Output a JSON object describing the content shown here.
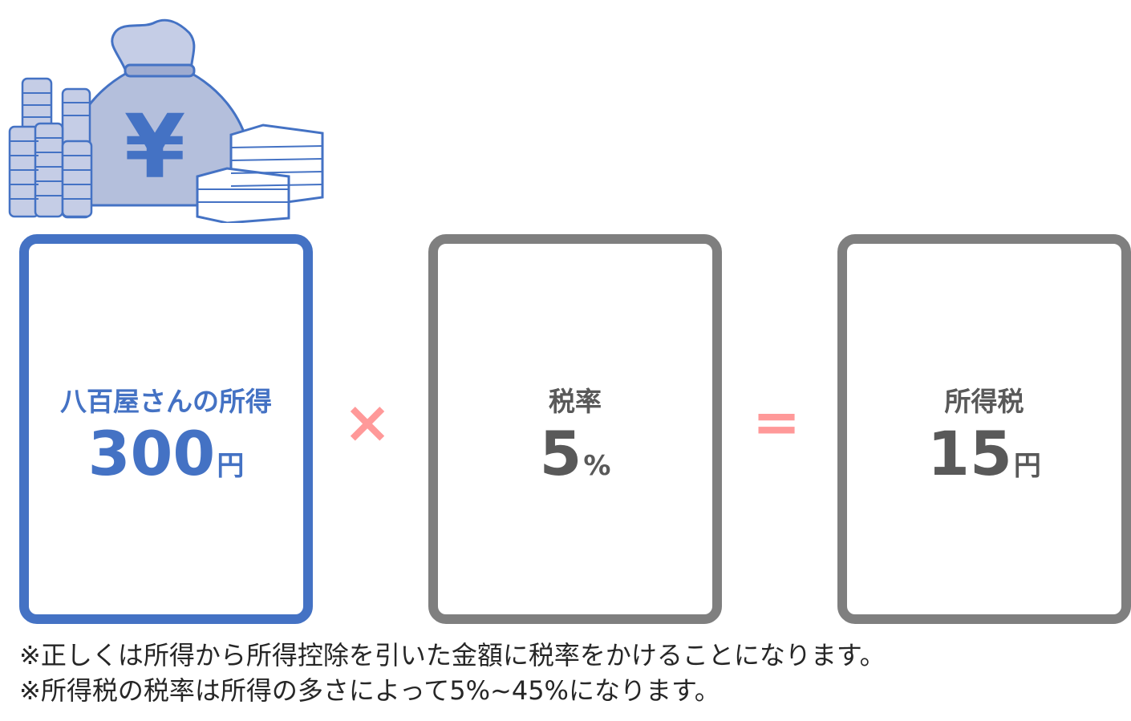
{
  "boxes": [
    {
      "label": "八百屋さんの所得",
      "value": "300",
      "unit": "円"
    },
    {
      "label": "税率",
      "value": "5",
      "unit": "%"
    },
    {
      "label": "所得税",
      "value": "15",
      "unit": "円"
    }
  ],
  "operators": {
    "multiply": "×",
    "equals": "="
  },
  "notes": [
    "※正しくは所得から所得控除を引いた金額に税率をかけることになります。",
    "※所得税の税率は所得の多さによって5%~45%になります。"
  ],
  "illustration": {
    "symbol": "¥"
  },
  "colors": {
    "primary": "#4472c4",
    "neutral": "#7f7f7f",
    "operator": "#ff9999"
  }
}
